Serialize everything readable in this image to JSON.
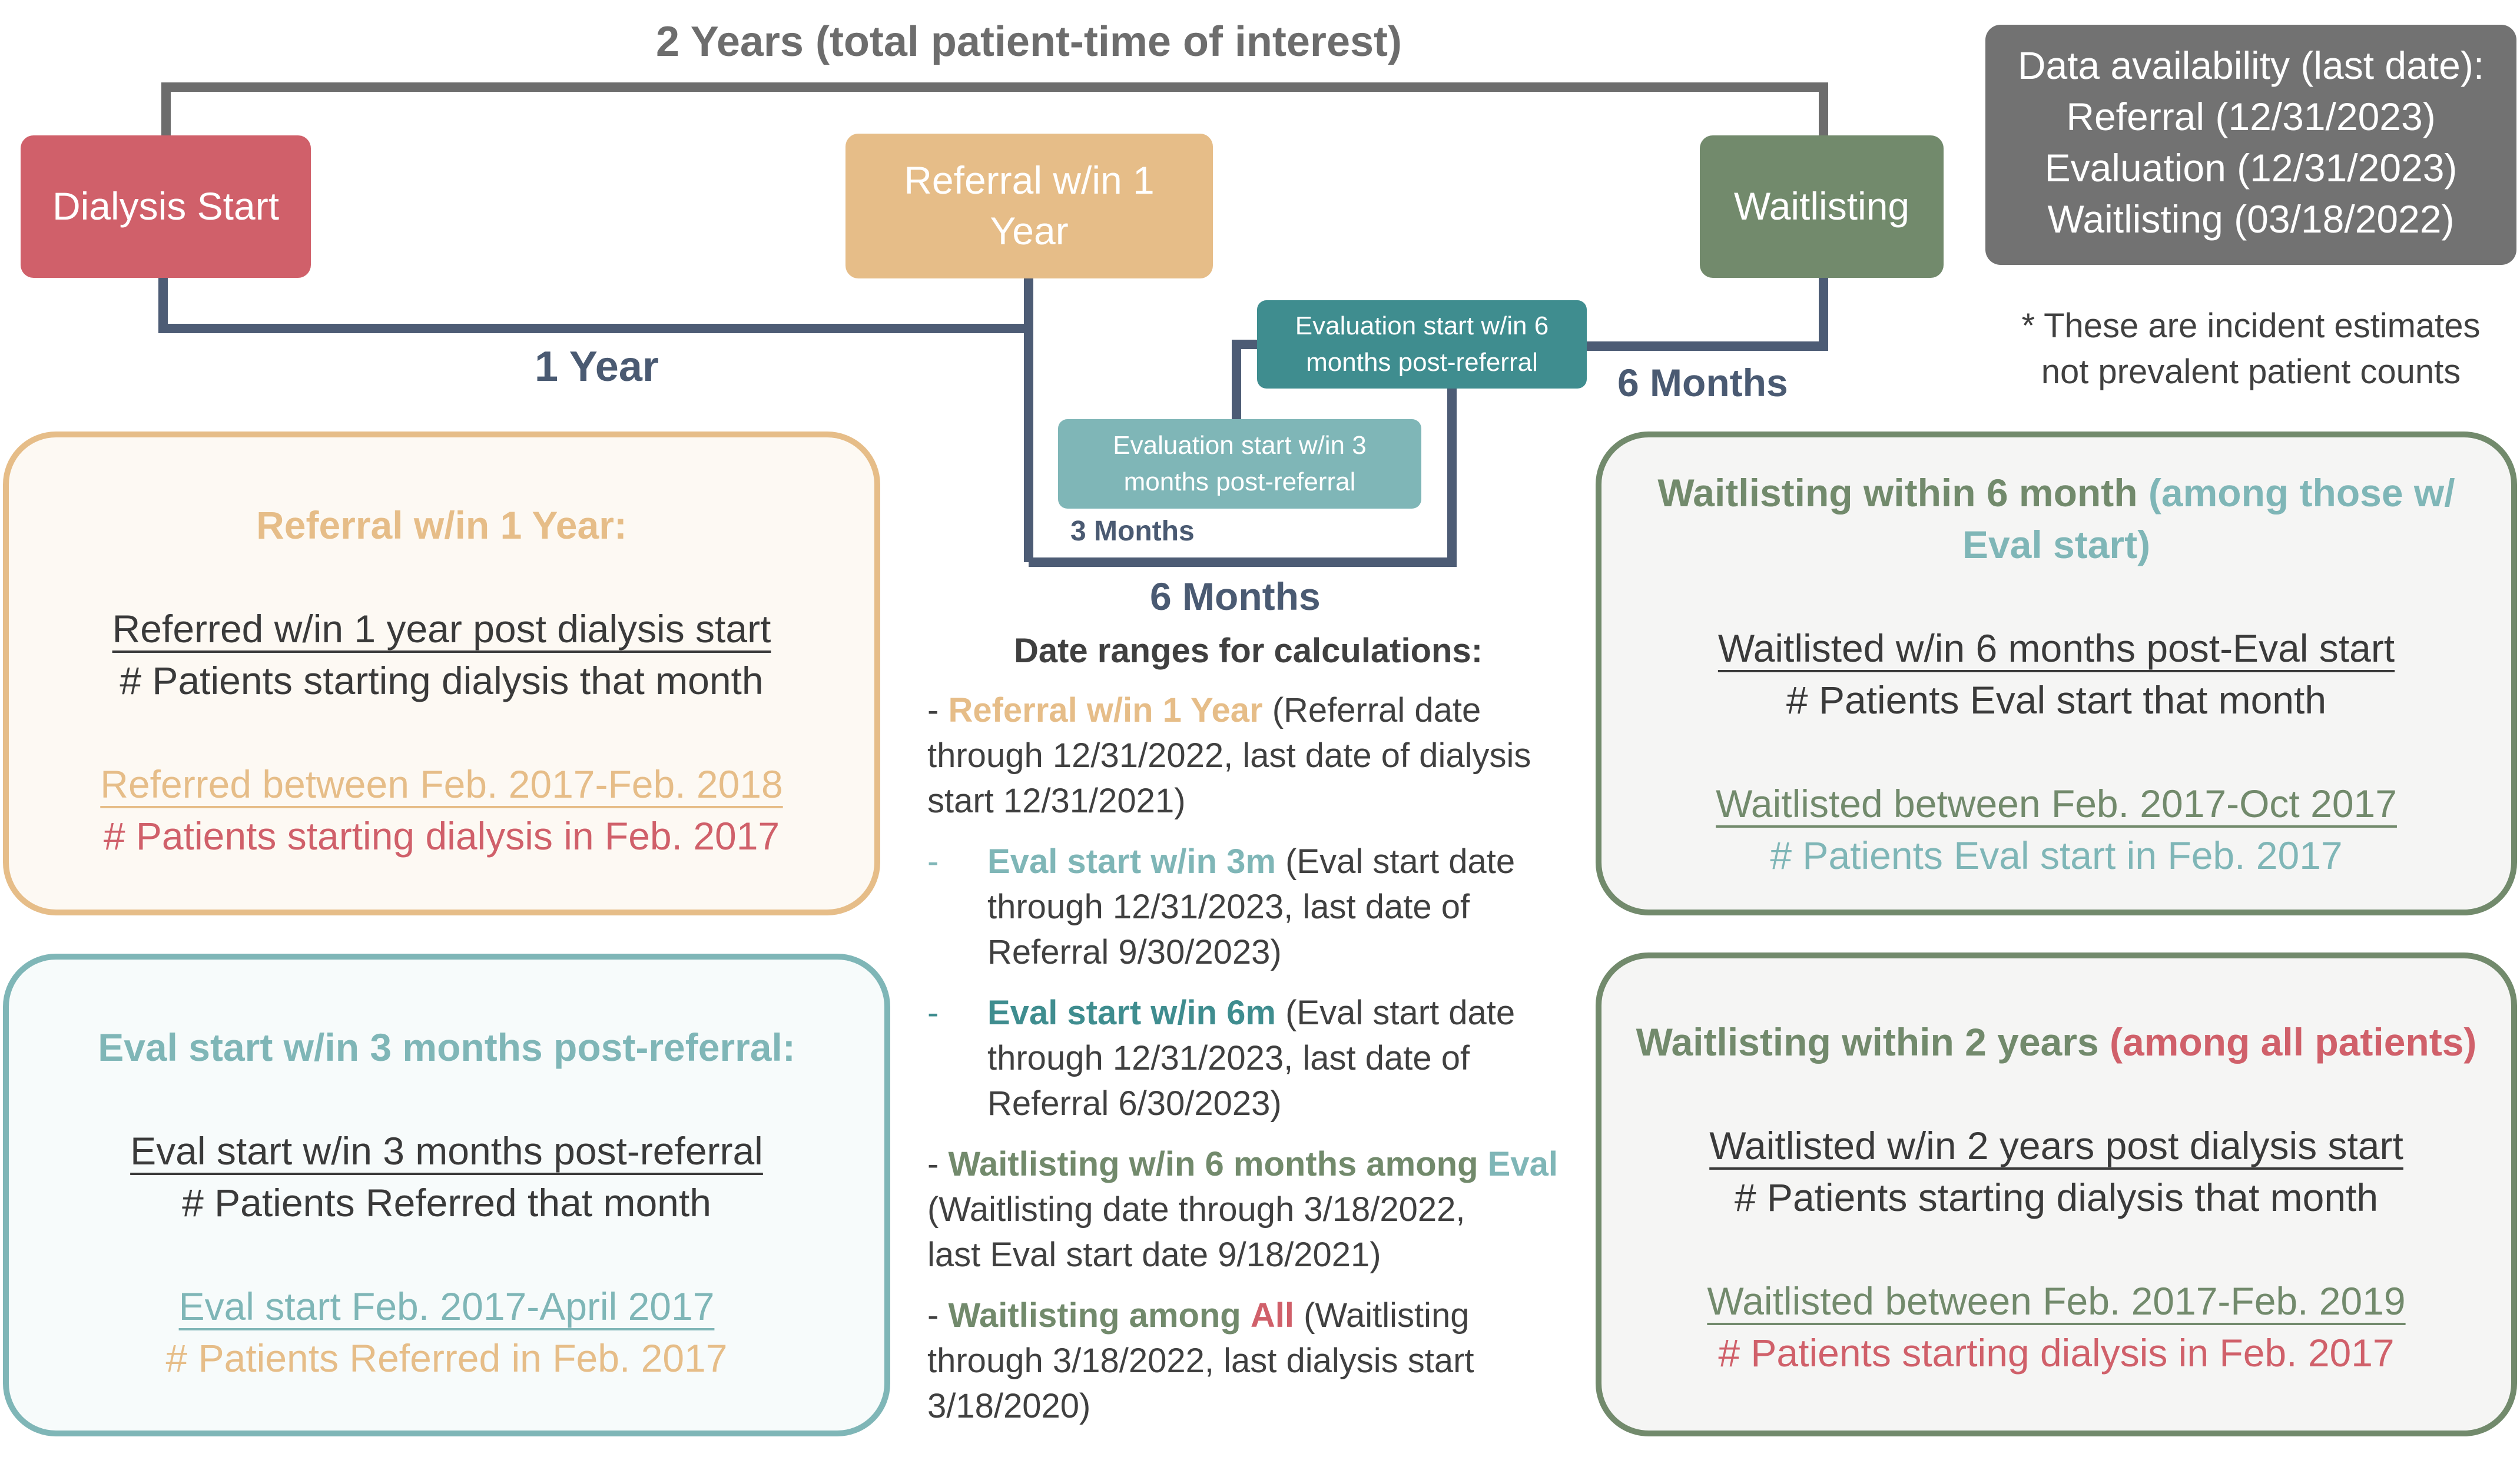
{
  "colors": {
    "dialysis": "#d0606a",
    "referral": "#e6bd88",
    "waitlist": "#728a6c",
    "eval": "#7fb6b7",
    "eval6": "#3f8d8f",
    "line": "#4d5c75",
    "top_line": "#6d6d6d",
    "avail_box": "#727272"
  },
  "top_label": "2 Years (total patient-time of interest)",
  "nodes": {
    "dialysis": "Dialysis Start",
    "referral_line1": "Referral w/in 1",
    "referral_line2": "Year",
    "waitlisting": "Waitlisting",
    "eval6_line1": "Evaluation start w/in 6",
    "eval6_line2": "months post-referral",
    "eval3_line1": "Evaluation start w/in 3",
    "eval3_line2": "months post-referral"
  },
  "labels": {
    "one_year": "1 Year",
    "six_months_right": "6 Months",
    "three_months": "3 Months",
    "six_months_bottom": "6 Months"
  },
  "availability": {
    "title": "Data availability (last date):",
    "referral": "Referral (12/31/2023)",
    "evaluation": "Evaluation (12/31/2023)",
    "waitlisting": "Waitlisting (03/18/2022)"
  },
  "note": {
    "line1": "* These are incident estimates",
    "line2": "not prevalent patient counts"
  },
  "panels": {
    "referral": {
      "title": "Referral w/in 1 Year:",
      "numerator": "Referred w/in 1 year post dialysis start",
      "denominator": "# Patients starting dialysis that month",
      "example_num": "Referred between Feb. 2017-Feb. 2018",
      "example_den": "# Patients starting dialysis in Feb. 2017"
    },
    "eval": {
      "title": "Eval start w/in 3 months post-referral:",
      "numerator": "Eval start w/in 3 months post-referral",
      "denominator": "# Patients Referred that month",
      "example_num": "Eval start Feb. 2017-April 2017",
      "example_den": "# Patients Referred in Feb. 2017"
    },
    "waitlist6": {
      "title_part1": "Waitlisting within 6 month",
      "title_part2": "(among those w/",
      "title_part3": "Eval start)",
      "numerator": "Waitlisted w/in 6 months post-Eval start",
      "denominator": "# Patients Eval start that month",
      "example_num": "Waitlisted between Feb. 2017-Oct 2017",
      "example_den": "# Patients Eval start in Feb. 2017"
    },
    "waitlist2": {
      "title_part1": "Waitlisting within 2 years",
      "title_part2": "(among all patients)",
      "numerator": "Waitlisted w/in 2 years post dialysis start",
      "denominator": "# Patients starting dialysis that month",
      "example_num": "Waitlisted between Feb. 2017-Feb. 2019",
      "example_den": "# Patients starting dialysis in Feb. 2017"
    }
  },
  "date_ranges": {
    "heading": "Date ranges for calculations:",
    "dash": "-",
    "item1_label": "Referral w/in 1 Year",
    "item1_l1": "(Referral date",
    "item1_l2": "through 12/31/2022, last date of dialysis",
    "item1_l3": "start 12/31/2021)",
    "item2_label": "Eval start w/in 3m",
    "item2_l1": "(Eval start date",
    "item2_l2": "through 12/31/2023, last date of",
    "item2_l3": "Referral 9/30/2023)",
    "item3_label": "Eval start w/in 6m",
    "item3_l1": "(Eval start date",
    "item3_l2": "through 12/31/2023, last date of",
    "item3_l3": "Referral 6/30/2023)",
    "item4_label_a": "Waitlisting w/in 6 months among",
    "item4_label_b": "Eval",
    "item4_l2": "(Waitlisting date through 3/18/2022,",
    "item4_l3": "last Eval start date 9/18/2021)",
    "item5_label_a": "Waitlisting among",
    "item5_label_b": "All",
    "item5_l1": "(Waitlisting",
    "item5_l2": "through 3/18/2022, last dialysis start",
    "item5_l3": "3/18/2020)"
  }
}
